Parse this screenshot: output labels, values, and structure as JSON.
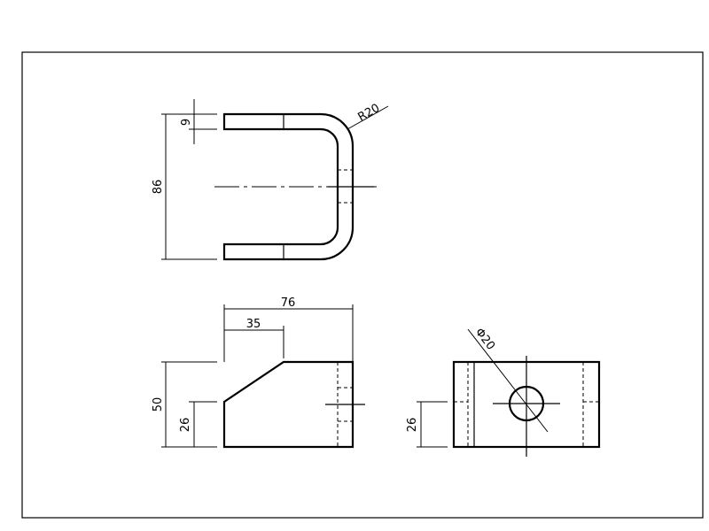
{
  "drawing": {
    "dimensions": {
      "top_view_thickness": "9",
      "top_view_height": "86",
      "top_view_bend_radius": "R20",
      "front_view_width": "76",
      "front_view_chamfer_offset": "35",
      "front_view_height": "50",
      "front_view_chamfer_height": "26",
      "side_view_hole_diameter": "Φ20",
      "side_view_hole_height": "26"
    }
  }
}
